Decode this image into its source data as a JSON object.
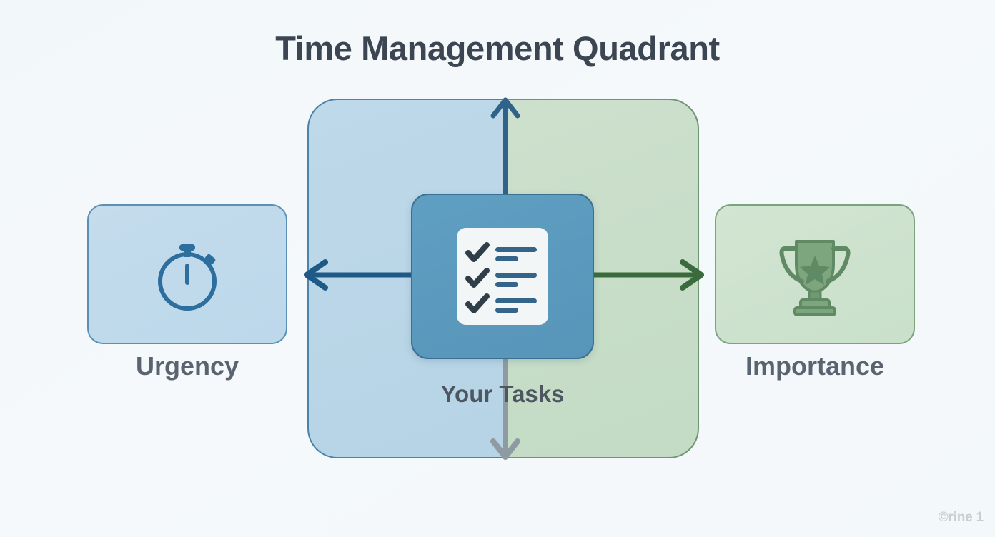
{
  "page": {
    "title": "Time Management Quadrant",
    "background_color": "#f3f8fa"
  },
  "diagram": {
    "type": "quadrant-axes",
    "center": {
      "label": "Your Tasks",
      "icon": "checklist-icon",
      "card_color": "#5a99bd",
      "card_border_color": "#3a7193",
      "icon_bg_color": "#f2f6f7",
      "check_color": "#2f3e49",
      "line_color": "#35648a"
    },
    "quadrant": {
      "left_half_color": "#bad6e8",
      "left_half_border_color": "#4a84ab",
      "right_half_color": "#c8dec9",
      "right_half_border_color": "#6f9672"
    },
    "axes": [
      {
        "name": "up-axis",
        "direction": "up",
        "color": "#2f6389"
      },
      {
        "name": "down-axis",
        "direction": "down",
        "color": "#8f9ba3"
      },
      {
        "name": "left-axis",
        "direction": "left",
        "color": "#1f5a86",
        "points_to": "Urgency"
      },
      {
        "name": "right-axis",
        "direction": "right",
        "color": "#3b6b3c",
        "points_to": "Importance"
      }
    ],
    "cards": [
      {
        "id": "urgency",
        "label": "Urgency",
        "icon": "stopwatch-icon",
        "fill_color": "#c0d9ea",
        "border_color": "#5b8fb4",
        "icon_color": "#2c6e9e",
        "label_color": "#5a6370"
      },
      {
        "id": "importance",
        "label": "Importance",
        "icon": "trophy-icon",
        "fill_color": "#cee3ce",
        "border_color": "#7ba37e",
        "icon_color": "#6f9a72",
        "label_color": "#5a6370"
      }
    ]
  },
  "watermark": {
    "text": "©rine 1"
  }
}
